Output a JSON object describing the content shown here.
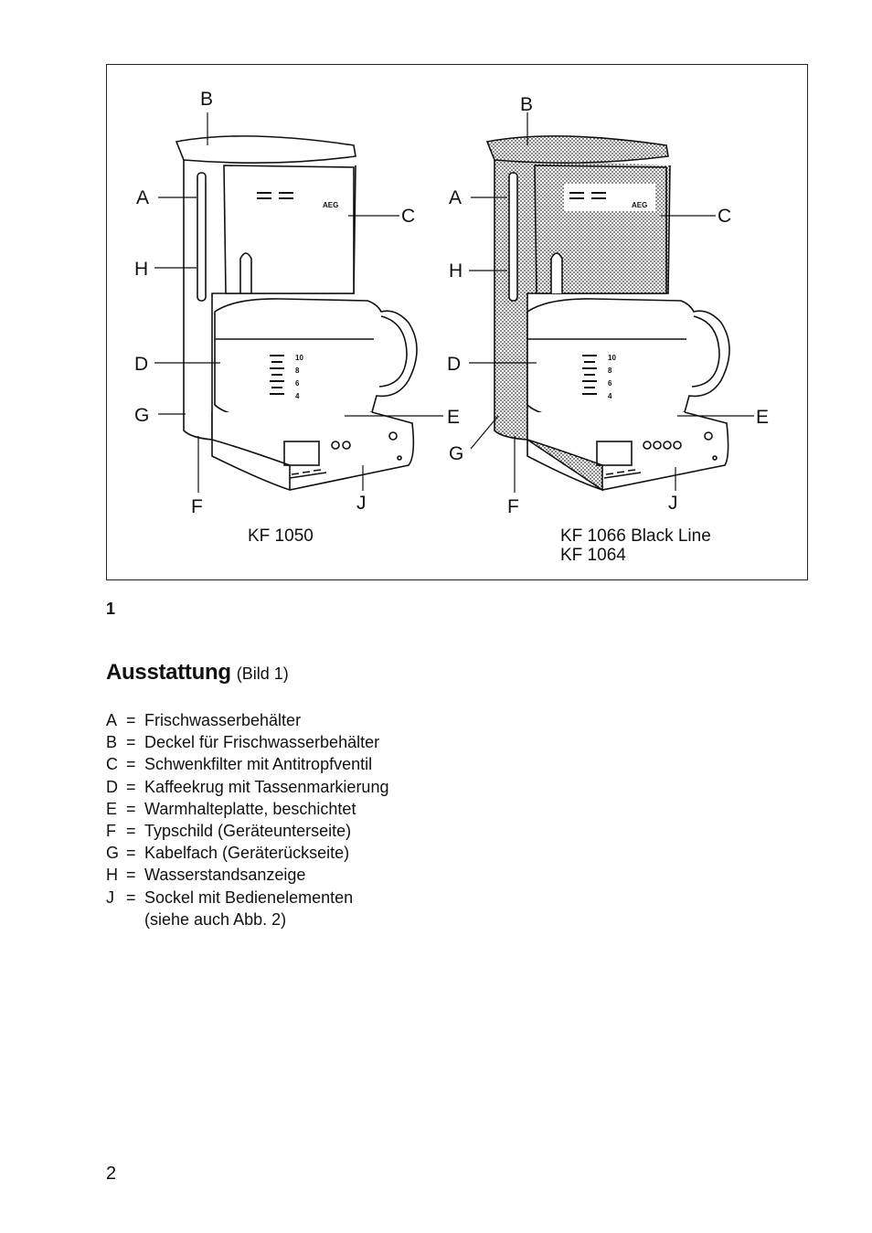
{
  "figure": {
    "labels": {
      "A": "A",
      "B": "B",
      "C": "C",
      "D": "D",
      "E": "E",
      "F": "F",
      "G": "G",
      "H": "H",
      "J": "J"
    },
    "brand": "AEG",
    "left_caption": "KF 1050",
    "right_caption_line1": "KF 1066 Black Line",
    "right_caption_line2": "KF 1064",
    "scale_marks": [
      "10",
      "8",
      "6",
      "4"
    ]
  },
  "figure_number": "1",
  "section": {
    "title": "Ausstattung",
    "subtitle": "(Bild 1)"
  },
  "legend": [
    {
      "key": "A",
      "text": "Frischwasserbehälter"
    },
    {
      "key": "B",
      "text": "Deckel für Frischwasserbehälter"
    },
    {
      "key": "C",
      "text": "Schwenkfilter mit Antitropfventil"
    },
    {
      "key": "D",
      "text": "Kaffeekrug mit Tassenmarkierung"
    },
    {
      "key": "E",
      "text": "Warmhalteplatte, beschichtet"
    },
    {
      "key": "F",
      "text": "Typschild (Geräteunterseite)"
    },
    {
      "key": "G",
      "text": "Kabelfach (Geräterückseite)"
    },
    {
      "key": "H",
      "text": "Wasserstandsanzeige"
    },
    {
      "key": "J",
      "text": "Sockel mit Bedienelementen"
    }
  ],
  "legend_continuation": "(siehe auch Abb. 2)",
  "page_number": "2"
}
